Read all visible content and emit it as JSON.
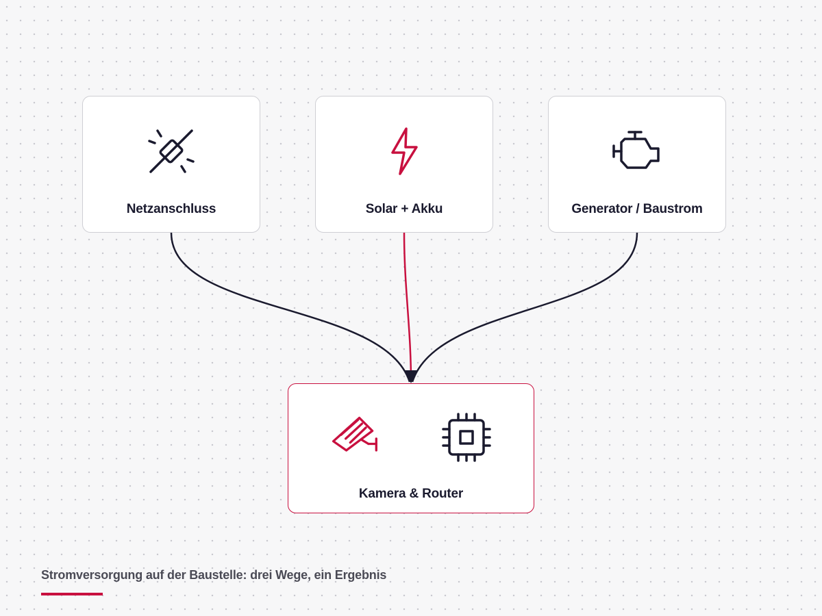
{
  "colors": {
    "accent": "#c8103f",
    "ink": "#1a1a2e",
    "node_border": "#cfcfd4",
    "caption": "#4a4a55"
  },
  "sources": [
    {
      "label": "Netzanschluss",
      "icon": "plug-disconnect-icon"
    },
    {
      "label": "Solar + Akku",
      "icon": "lightning-bolt-icon"
    },
    {
      "label": "Generator / Baustrom",
      "icon": "engine-icon"
    }
  ],
  "target": {
    "label": "Kamera & Router",
    "icons": [
      "security-camera-icon",
      "chip-icon"
    ]
  },
  "caption": "Stromversorgung auf der Baustelle: drei Wege, ein Ergebnis"
}
